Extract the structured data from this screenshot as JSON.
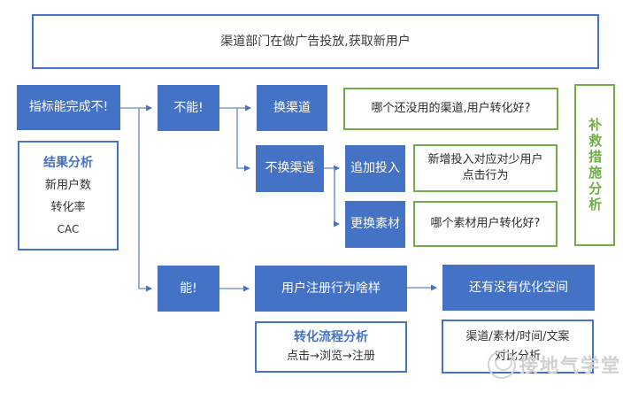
{
  "colors": {
    "node_blue": "#4472C4",
    "panel_border_blue": "#4472C4",
    "question_green": "#70AD47",
    "connector_blue": "#7C9BD1",
    "watermark_gray": "#D0D0D0"
  },
  "banner": {
    "text": "渠道部门在做广告投放,获取新用户"
  },
  "nodes": {
    "indicator": "指标能完成不!",
    "cannot": "不能!",
    "can": "能!",
    "change_channel": "换渠道",
    "keep_channel": "不换渠道",
    "add_investment": "追加投入",
    "change_material": "更换素材",
    "register_behavior": "用户注册行为啥样",
    "optimize_space": "还有没有优化空间"
  },
  "questions": {
    "channel": "哪个还没用的渠道,用户转化好?",
    "investment_line1": "新增投入对应对少用户",
    "investment_line2": "点击行为",
    "material": "哪个素材用户转化好?"
  },
  "panels": {
    "result": {
      "title": "结果分析",
      "items": [
        "新用户数",
        "转化率",
        "CAC"
      ]
    },
    "conversion": {
      "title": "转化流程分析",
      "steps": "点击→浏览→注册"
    },
    "comparison": {
      "line1": "渠道/素材/时间/文案",
      "line2": "对比分析"
    }
  },
  "remedy": {
    "label": "补救措施分析"
  },
  "watermark": {
    "text": "接地气学堂"
  }
}
